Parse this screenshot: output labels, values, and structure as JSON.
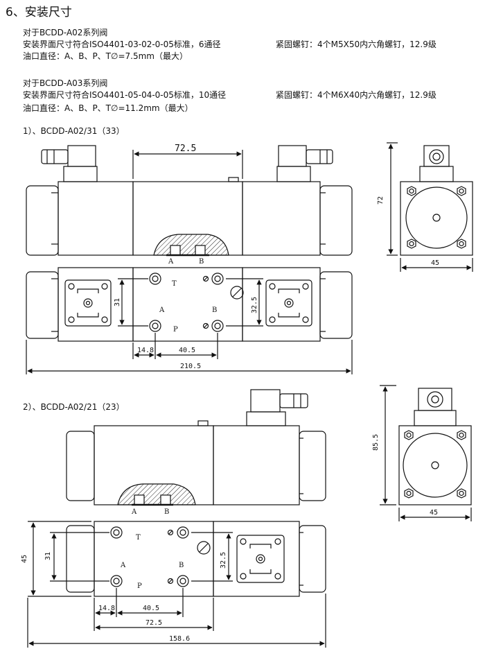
{
  "section_title": "6、安装尺寸",
  "spec_a02": {
    "heading": "对于BCDD-A02系列阀",
    "interface": "安装界面尺寸符合ISO4401-03-02-0-05标准，6通径",
    "screws": "紧固螺钉：4个M5X50内六角螺钉，12.9级",
    "port_dia": "油口直径：A、B、P、T∅=7.5mm（最大）"
  },
  "spec_a03": {
    "heading": "对于BCDD-A03系列阀",
    "interface": "安装界面尺寸符合ISO4401-05-04-0-05标准，10通径",
    "screws": "紧固螺钉：4个M6X40内六角螺钉，12.9级",
    "port_dia": "油口直径：A、B、P、T∅=11.2mm（最大）"
  },
  "model1": {
    "caption": "1）、BCDD-A02/31（33）",
    "dims": {
      "top_width": "72.5",
      "side_height": "72",
      "side_width": "45",
      "bolt_v": "31",
      "bolt_h2": "32.5",
      "offset": "14.8",
      "pitch": "40.5",
      "overall": "210.5"
    },
    "ports": {
      "a": "A",
      "b": "B",
      "t": "T",
      "p": "P"
    }
  },
  "model2": {
    "caption": "2）、BCDD-A02/21（23）",
    "dims": {
      "side_height": "85.5",
      "side_width": "45",
      "body_height": "45",
      "bolt_v": "31",
      "bolt_h2": "32.5",
      "offset": "14.8",
      "pitch": "40.5",
      "span": "72.5",
      "overall": "158.6"
    },
    "ports": {
      "a": "A",
      "b": "B",
      "t": "T",
      "p": "P"
    }
  }
}
